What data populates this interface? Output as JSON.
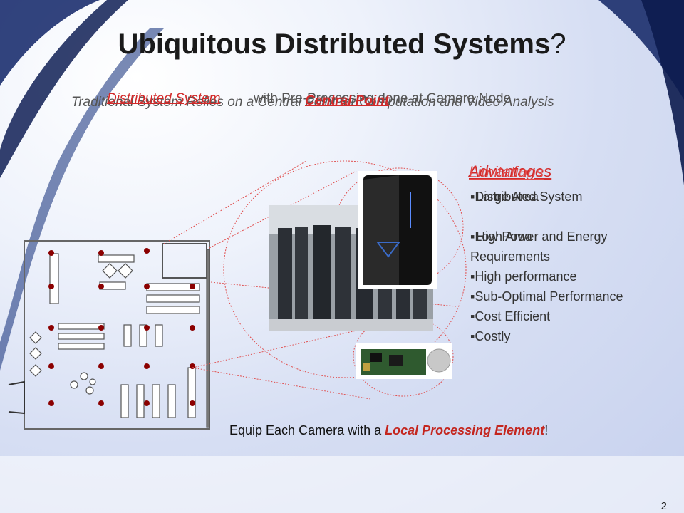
{
  "slide": {
    "title": "Ubiquitous Distributed Systems",
    "title_mark": "?",
    "overlay_gray": "Traditional System Relies on a Central Point for Computation and Video Analysis",
    "overlay_red_1": "Distributed System",
    "overlay_gray_2": "with Pre-Processing done at Camera Node",
    "overlay_red_2": "Central Point",
    "heading_1": "Advantages",
    "heading_2": "Limitations",
    "items_left": [
      "Distributed System",
      "Low Power and Energy",
      "Requirements",
      "High performance",
      "Sub-Optimal Performance",
      "Cost Efficient",
      "Costly"
    ],
    "items_right": [
      "Large Area",
      "High Area"
    ],
    "bottom_prefix": "Equip Each Camera with a ",
    "bottom_em": "Local Processing Element",
    "bottom_suffix": "!",
    "page_number": "2"
  },
  "colors": {
    "accent_red": "#d22a2a",
    "bg_blue": "#c7d1ee"
  }
}
